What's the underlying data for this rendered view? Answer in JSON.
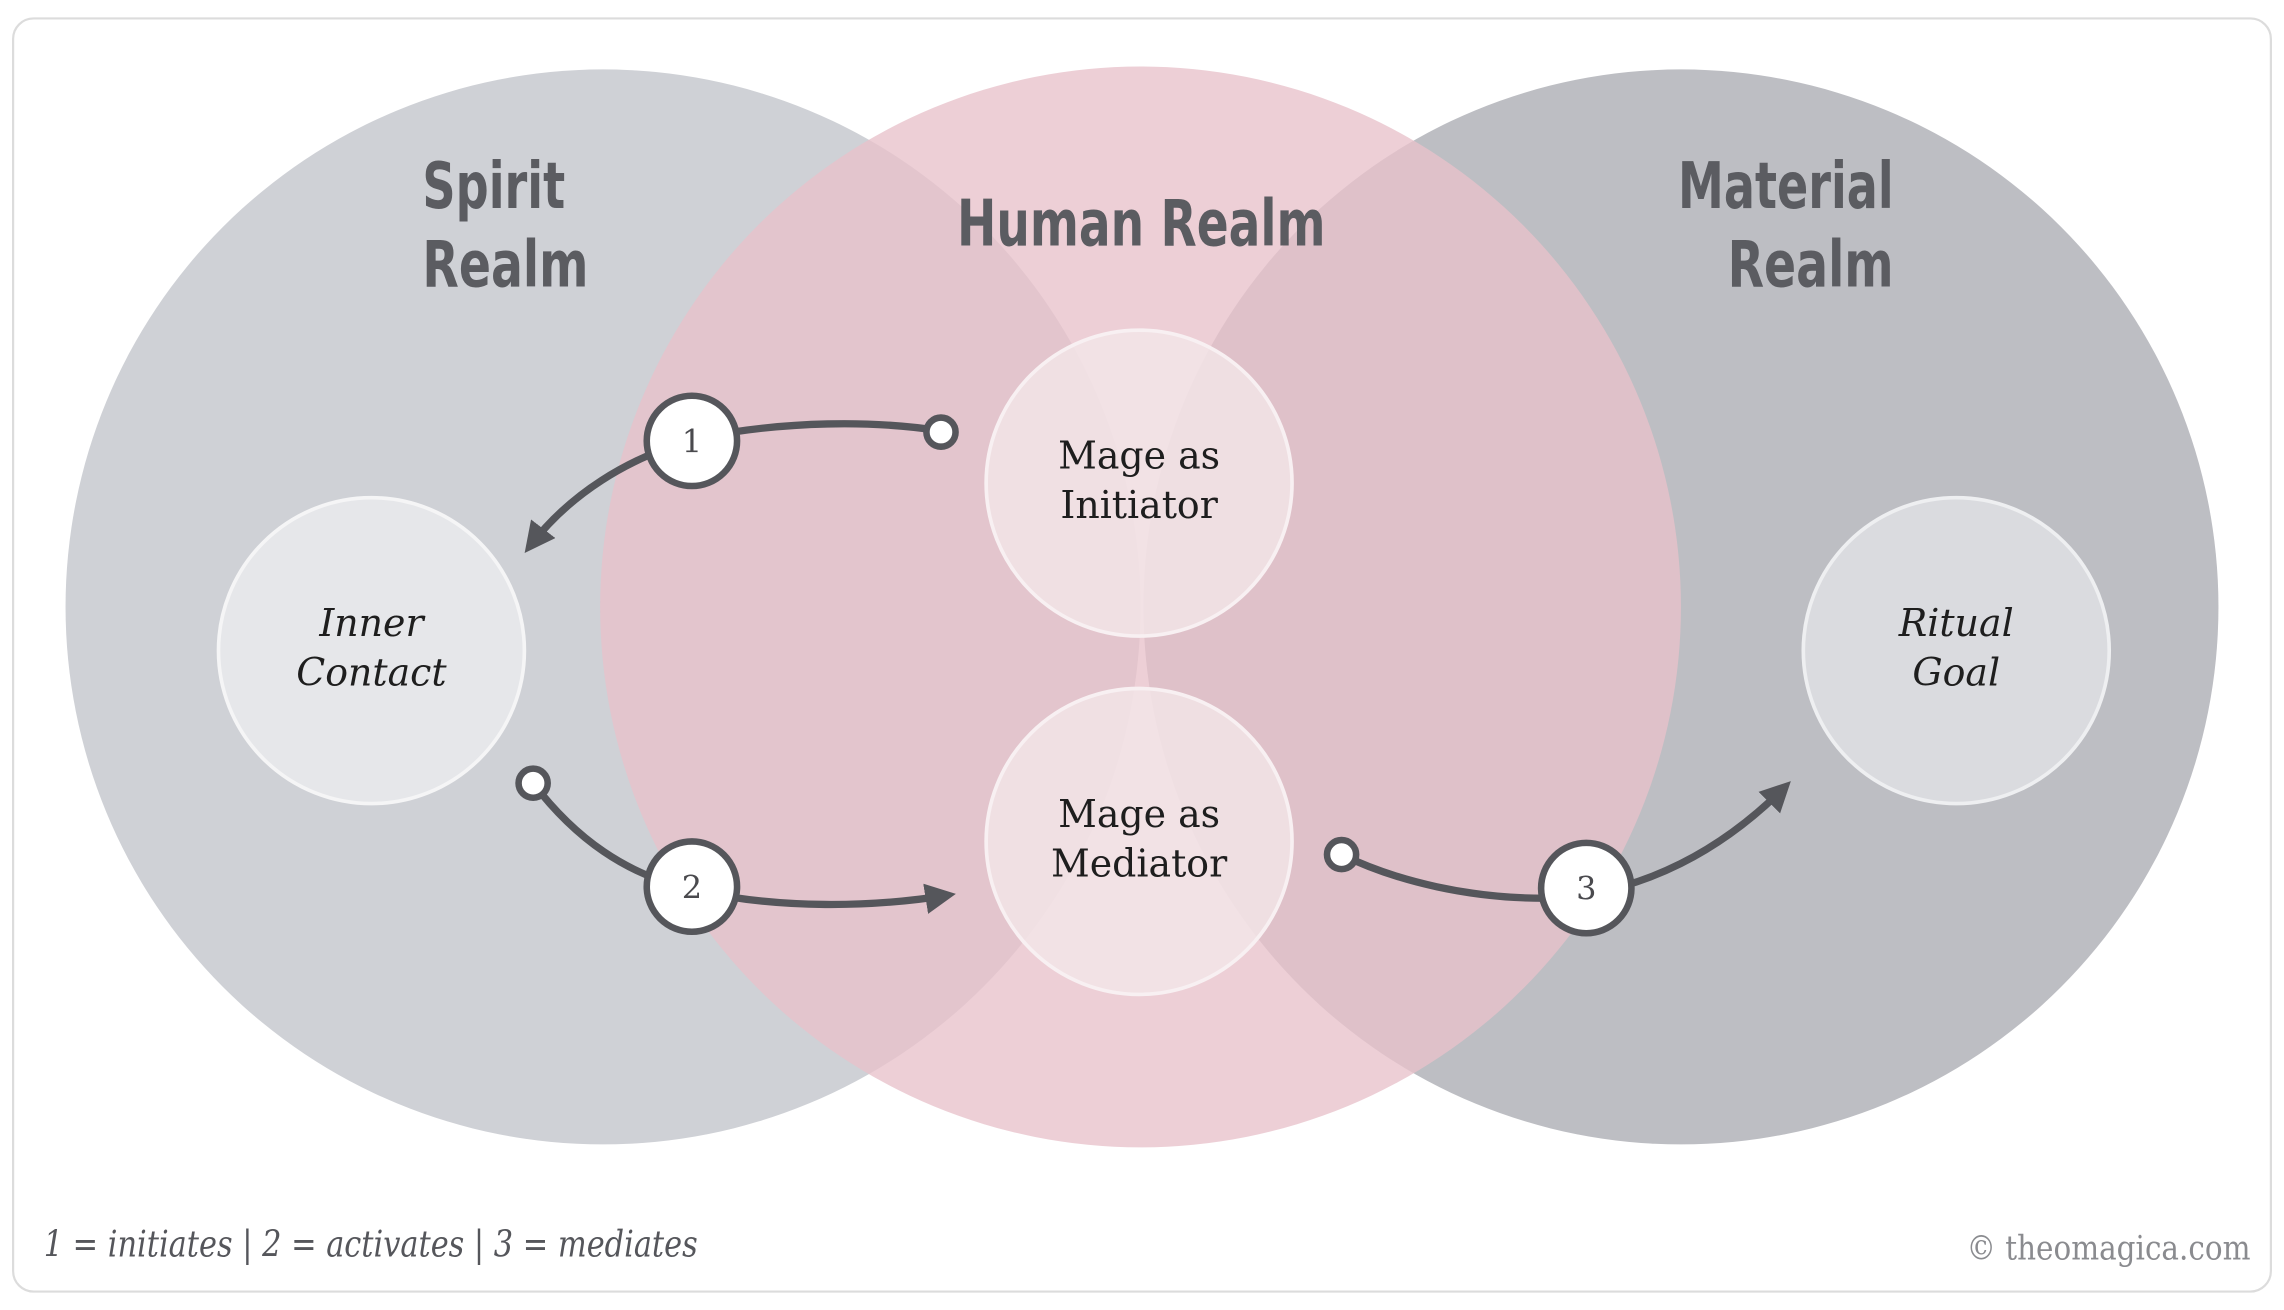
{
  "realms": {
    "spirit": {
      "title_line1": "Spirit",
      "title_line2": "Realm",
      "color": "#cfd1d6"
    },
    "human": {
      "title": "Human Realm",
      "color": "#e8c2ca"
    },
    "material": {
      "title_line1": "Material",
      "title_line2": "Realm",
      "color": "#bdbec3"
    }
  },
  "nodes": {
    "inner_contact": {
      "line1": "Inner",
      "line2": "Contact"
    },
    "initiator": {
      "line1": "Mage as",
      "line2": "Initiator"
    },
    "mediator": {
      "line1": "Mage as",
      "line2": "Mediator"
    },
    "ritual_goal": {
      "line1": "Ritual",
      "line2": "Goal"
    }
  },
  "steps": [
    {
      "number": "1",
      "meaning": "initiates"
    },
    {
      "number": "2",
      "meaning": "activates"
    },
    {
      "number": "3",
      "meaning": "mediates"
    }
  ],
  "legend": {
    "text": "1 = initiates | 2 = activates | 3 = mediates"
  },
  "copyright": "© theomagica.com",
  "colors": {
    "arrow": "#55565b",
    "title": "#5b5c61",
    "frame": "#dcdcdc"
  }
}
